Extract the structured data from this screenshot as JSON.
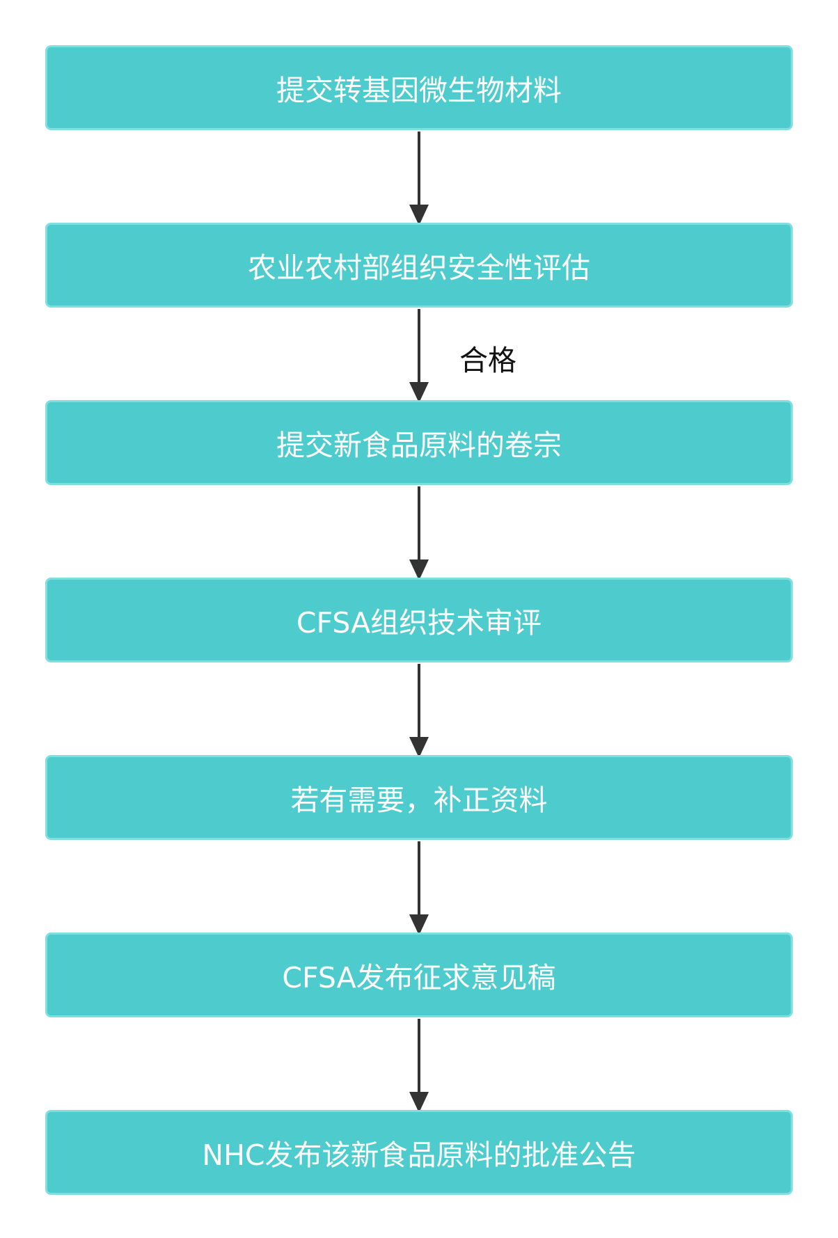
{
  "colors": {
    "box_fill": "#4ecbcd",
    "box_border": "#7fdedf",
    "box_text": "#ffffff",
    "arrow": "#333333",
    "label_text": "#111111"
  },
  "steps": [
    {
      "label": "提交转基因微生物材料"
    },
    {
      "label": "农业农村部组织安全性评估"
    },
    {
      "label": "提交新食品原料的卷宗"
    },
    {
      "label": "CFSA组织技术审评"
    },
    {
      "label": "若有需要，补正资料"
    },
    {
      "label": "CFSA发布征求意见稿"
    },
    {
      "label": "NHC发布该新食品原料的批准公告"
    }
  ],
  "edges": [
    {
      "from": 0,
      "to": 1,
      "label": ""
    },
    {
      "from": 1,
      "to": 2,
      "label": "合格"
    },
    {
      "from": 2,
      "to": 3,
      "label": ""
    },
    {
      "from": 3,
      "to": 4,
      "label": ""
    },
    {
      "from": 4,
      "to": 5,
      "label": ""
    },
    {
      "from": 5,
      "to": 6,
      "label": ""
    }
  ]
}
